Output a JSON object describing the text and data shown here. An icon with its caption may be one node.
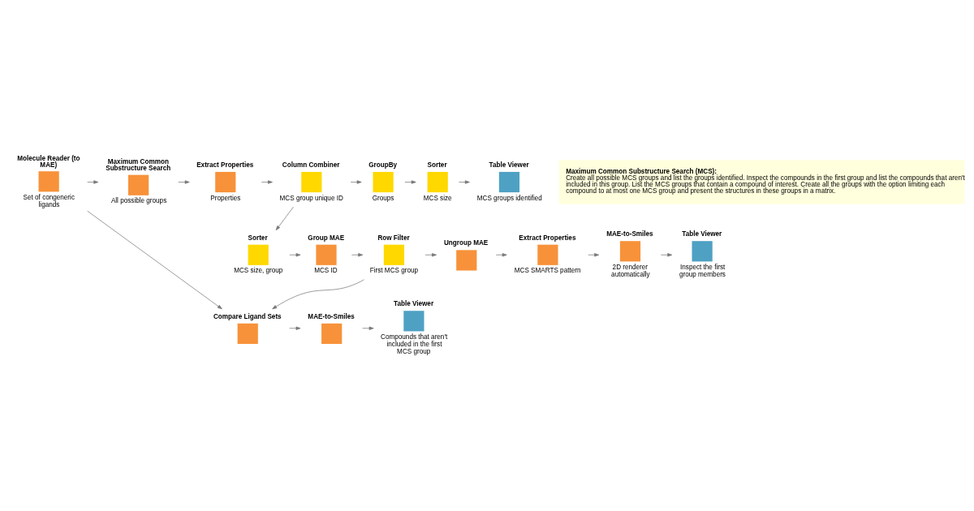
{
  "diagram": {
    "nodes": [
      {
        "text": [
          "Molecule Reader (to MAE)"
        ],
        "beside": [
          "Set of congeneric ligands"
        ]
      },
      {
        "text": [
          "Maximum Common Substructure Search"
        ],
        "beside": [
          "All possible groups"
        ]
      },
      {
        "text": [
          "Extract Properties"
        ],
        "beside": [
          "Properties"
        ]
      },
      {
        "text": [
          "Column Combiner"
        ],
        "beside": [
          "MCS group unique ID"
        ]
      },
      {
        "text": [
          "GroupBy"
        ],
        "beside": [
          "Groups"
        ]
      },
      {
        "text": [
          "Sorter"
        ],
        "beside": [
          "MCS size"
        ]
      },
      {
        "text": [
          "Table Viewer"
        ],
        "beside": [
          "MCS groups identified"
        ]
      },
      {
        "text": [
          "Sorter"
        ],
        "beside": [
          "MCS size, group"
        ]
      },
      {
        "text": [
          "Group MAE"
        ],
        "beside": [
          "MCS ID"
        ]
      },
      {
        "text": [
          "Row Filter"
        ],
        "beside": [
          "First MCS group"
        ]
      },
      {
        "text": [
          "Ungroup MAE"
        ]
      },
      {
        "text": [
          "Extract Properties"
        ],
        "beside": [
          "MCS SMARTS pattern"
        ]
      },
      {
        "text": [
          "MAE-to-Smiles"
        ],
        "beside": [
          "2D renderer automatically"
        ]
      },
      {
        "text": [
          "Table Viewer"
        ],
        "beside": [
          "Inspect the first group members"
        ]
      },
      {
        "text": [
          "Compare Ligand Sets"
        ]
      },
      {
        "text": [
          "MAE-to-Smiles"
        ]
      },
      {
        "text": [
          "Table Viewer"
        ],
        "beside": [
          "Compounds that aren't included in the first MCS group"
        ]
      },
      {
        "text": [
          "Maximum Common Substructure Search (MCS):",
          "Create all possible MCS groups and list the groups identified. Inspect the compounds in the first group and list the compounds that aren't included in this group. List the MCS groups that contain a compound of interest. Create all the groups with the option limiting each compound to at most one MCS group and present the structures in these groups in a matrix."
        ]
      }
    ],
    "edges": [
      {
        "from": 0,
        "to": 1,
        "arrow": "to"
      },
      {
        "from": 1,
        "to": 2,
        "arrow": "to"
      },
      {
        "from": 2,
        "to": 3,
        "arrow": "to"
      },
      {
        "from": 3,
        "to": 4,
        "arrow": "to"
      },
      {
        "from": 4,
        "to": 5,
        "arrow": "to"
      },
      {
        "from": 5,
        "to": 6,
        "arrow": "to"
      },
      {
        "from": 3,
        "to": 7,
        "arrow": "to"
      },
      {
        "from": 7,
        "to": 8,
        "arrow": "to"
      },
      {
        "from": 8,
        "to": 9,
        "arrow": "to"
      },
      {
        "from": 9,
        "to": 10,
        "arrow": "to"
      },
      {
        "from": 10,
        "to": 11,
        "arrow": "to"
      },
      {
        "from": 11,
        "to": 12,
        "arrow": "to"
      },
      {
        "from": 12,
        "to": 13,
        "arrow": "to"
      },
      {
        "from": 0,
        "to": 14,
        "arrow": "to"
      },
      {
        "from": 9,
        "to": 14,
        "arrow": "to"
      },
      {
        "from": 14,
        "to": 15,
        "arrow": "to"
      },
      {
        "from": 15,
        "to": 16,
        "arrow": "to"
      }
    ]
  }
}
